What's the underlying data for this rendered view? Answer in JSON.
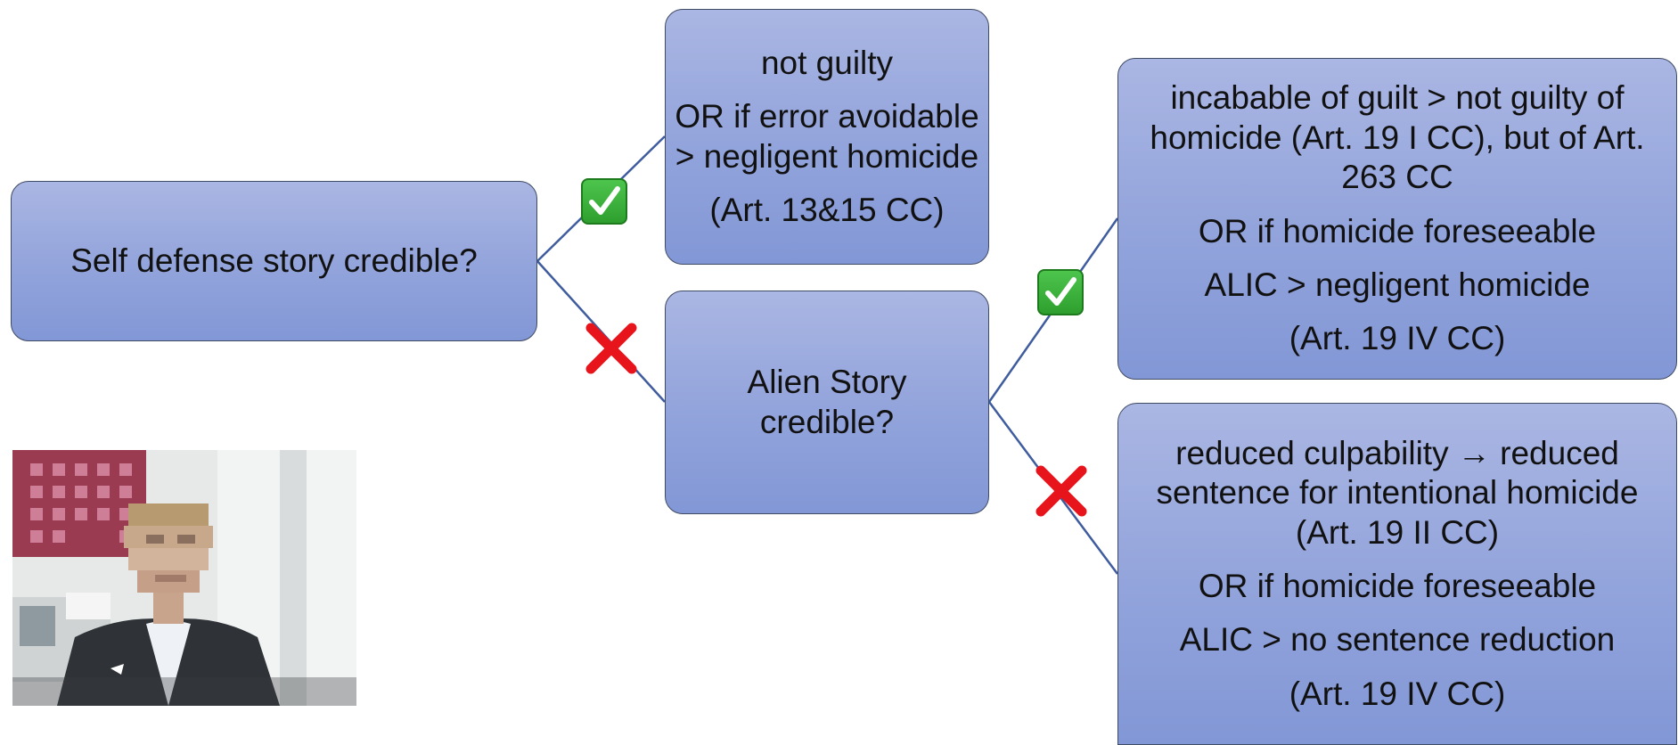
{
  "root": {
    "label": "Self defense story credible?"
  },
  "top_result": {
    "lines": [
      "not guilty",
      "OR if error avoidable > negligent homicide",
      "(Art. 13&15 CC)"
    ]
  },
  "alien": {
    "label": "Alien Story credible?"
  },
  "right_top": {
    "lines": [
      "incabable of guilt > not guilty of homicide (Art. 19 I CC), but of Art. 263 CC",
      "OR if homicide foreseeable",
      "ALIC > negligent homicide",
      "(Art. 19 IV CC)"
    ]
  },
  "right_bottom": {
    "line1": "reduced culpability",
    "arrow": "→",
    "line1_rest": "reduced sentence for intentional homicide (Art. 19 II CC)",
    "lines": [
      "OR if homicide foreseeable",
      "ALIC > no sentence reduction",
      "(Art. 19 IV CC)"
    ]
  },
  "colors": {
    "box_fill": "#94a5dc",
    "box_border": "#3f4a63",
    "connector": "#3f5c9e",
    "check": "#3aaf3a",
    "cross": "#e8141c"
  },
  "icons": [
    "check-mark-icon",
    "cross-mark-icon"
  ],
  "photo": {
    "description_icon": "pixelated-person-photo"
  }
}
